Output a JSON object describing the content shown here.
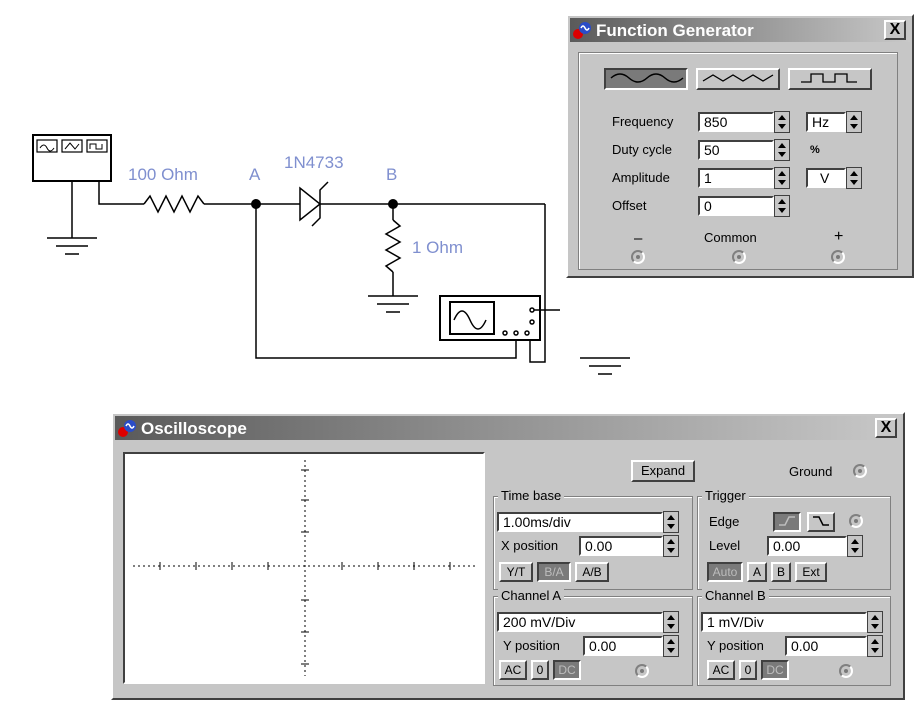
{
  "circuit": {
    "resistor1_label": "100 Ohm",
    "node_a_label": "A",
    "diode_label": "1N4733",
    "node_b_label": "B",
    "resistor2_label": "1 Ohm"
  },
  "function_generator": {
    "title": "Function Generator",
    "close_label": "X",
    "waveforms": [
      "sine-wave-icon",
      "triangle-wave-icon",
      "square-wave-icon"
    ],
    "selected_waveform": "sine",
    "frequency_label": "Frequency",
    "frequency_value": "850",
    "frequency_unit": "Hz",
    "duty_label": "Duty cycle",
    "duty_value": "50",
    "duty_unit": "%",
    "amplitude_label": "Amplitude",
    "amplitude_value": "1",
    "amplitude_unit": "V",
    "offset_label": "Offset",
    "offset_value": "0",
    "minus_label": "–",
    "common_label": "Common",
    "plus_label": "+"
  },
  "oscilloscope": {
    "title": "Oscilloscope",
    "close_label": "X",
    "expand_label": "Expand",
    "ground_label": "Ground",
    "timebase": {
      "title": "Time base",
      "value": "1.00ms/div",
      "xpos_label": "X position",
      "xpos_value": "0.00",
      "modes": [
        "Y/T",
        "B/A",
        "A/B"
      ]
    },
    "trigger": {
      "title": "Trigger",
      "edge_label": "Edge",
      "level_label": "Level",
      "level_value": "0.00",
      "modes": [
        "Auto",
        "A",
        "B",
        "Ext"
      ]
    },
    "channel_a": {
      "title": "Channel A",
      "value": "200 mV/Div",
      "ypos_label": "Y position",
      "ypos_value": "0.00",
      "coupling": [
        "AC",
        "0",
        "DC"
      ]
    },
    "channel_b": {
      "title": "Channel B",
      "value": "1 mV/Div",
      "ypos_label": "Y position",
      "ypos_value": "0.00",
      "coupling": [
        "AC",
        "0",
        "DC"
      ]
    }
  },
  "colors": {
    "circuit_label": "#7f8fcf",
    "window_bg": "#c6c6c6",
    "titlebar_dark": "#5a5a5a"
  }
}
